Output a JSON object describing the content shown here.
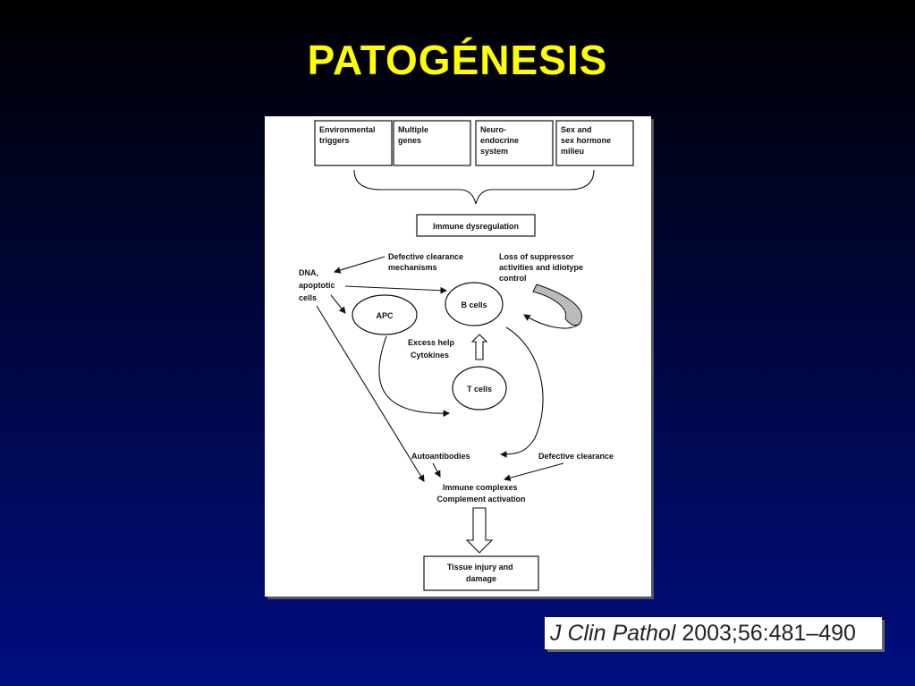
{
  "slide": {
    "title": "PATOGÉNESIS"
  },
  "diagram": {
    "factors": [
      [
        "Environmental",
        "triggers"
      ],
      [
        "Multiple",
        "genes"
      ],
      [
        "Neuro-",
        "endocrine",
        "system"
      ],
      [
        "Sex and",
        "sex hormone",
        "milieu"
      ]
    ],
    "immune_dysregulation": "Immune dysregulation",
    "defective_clearance_mechanisms": [
      "Defective clearance",
      "mechanisms"
    ],
    "loss_of_suppressor": [
      "Loss of suppressor",
      "activities and idiotype",
      "control"
    ],
    "dna_apoptotic_cells": [
      "DNA,",
      "apoptotic",
      "cells"
    ],
    "apc": "APC",
    "b_cells": "B cells",
    "t_cells": "T cells",
    "excess_help": [
      "Excess help",
      "Cytokines"
    ],
    "autoantibodies": "Autoantibodies",
    "defective_clearance": "Defective clearance",
    "immune_complexes": [
      "Immune complexes",
      "Complement activation"
    ],
    "tissue_injury": [
      "Tissue injury and",
      "damage"
    ]
  },
  "citation": {
    "journal": "J Clin Pathol",
    "ref": "2003;56:481–490"
  }
}
